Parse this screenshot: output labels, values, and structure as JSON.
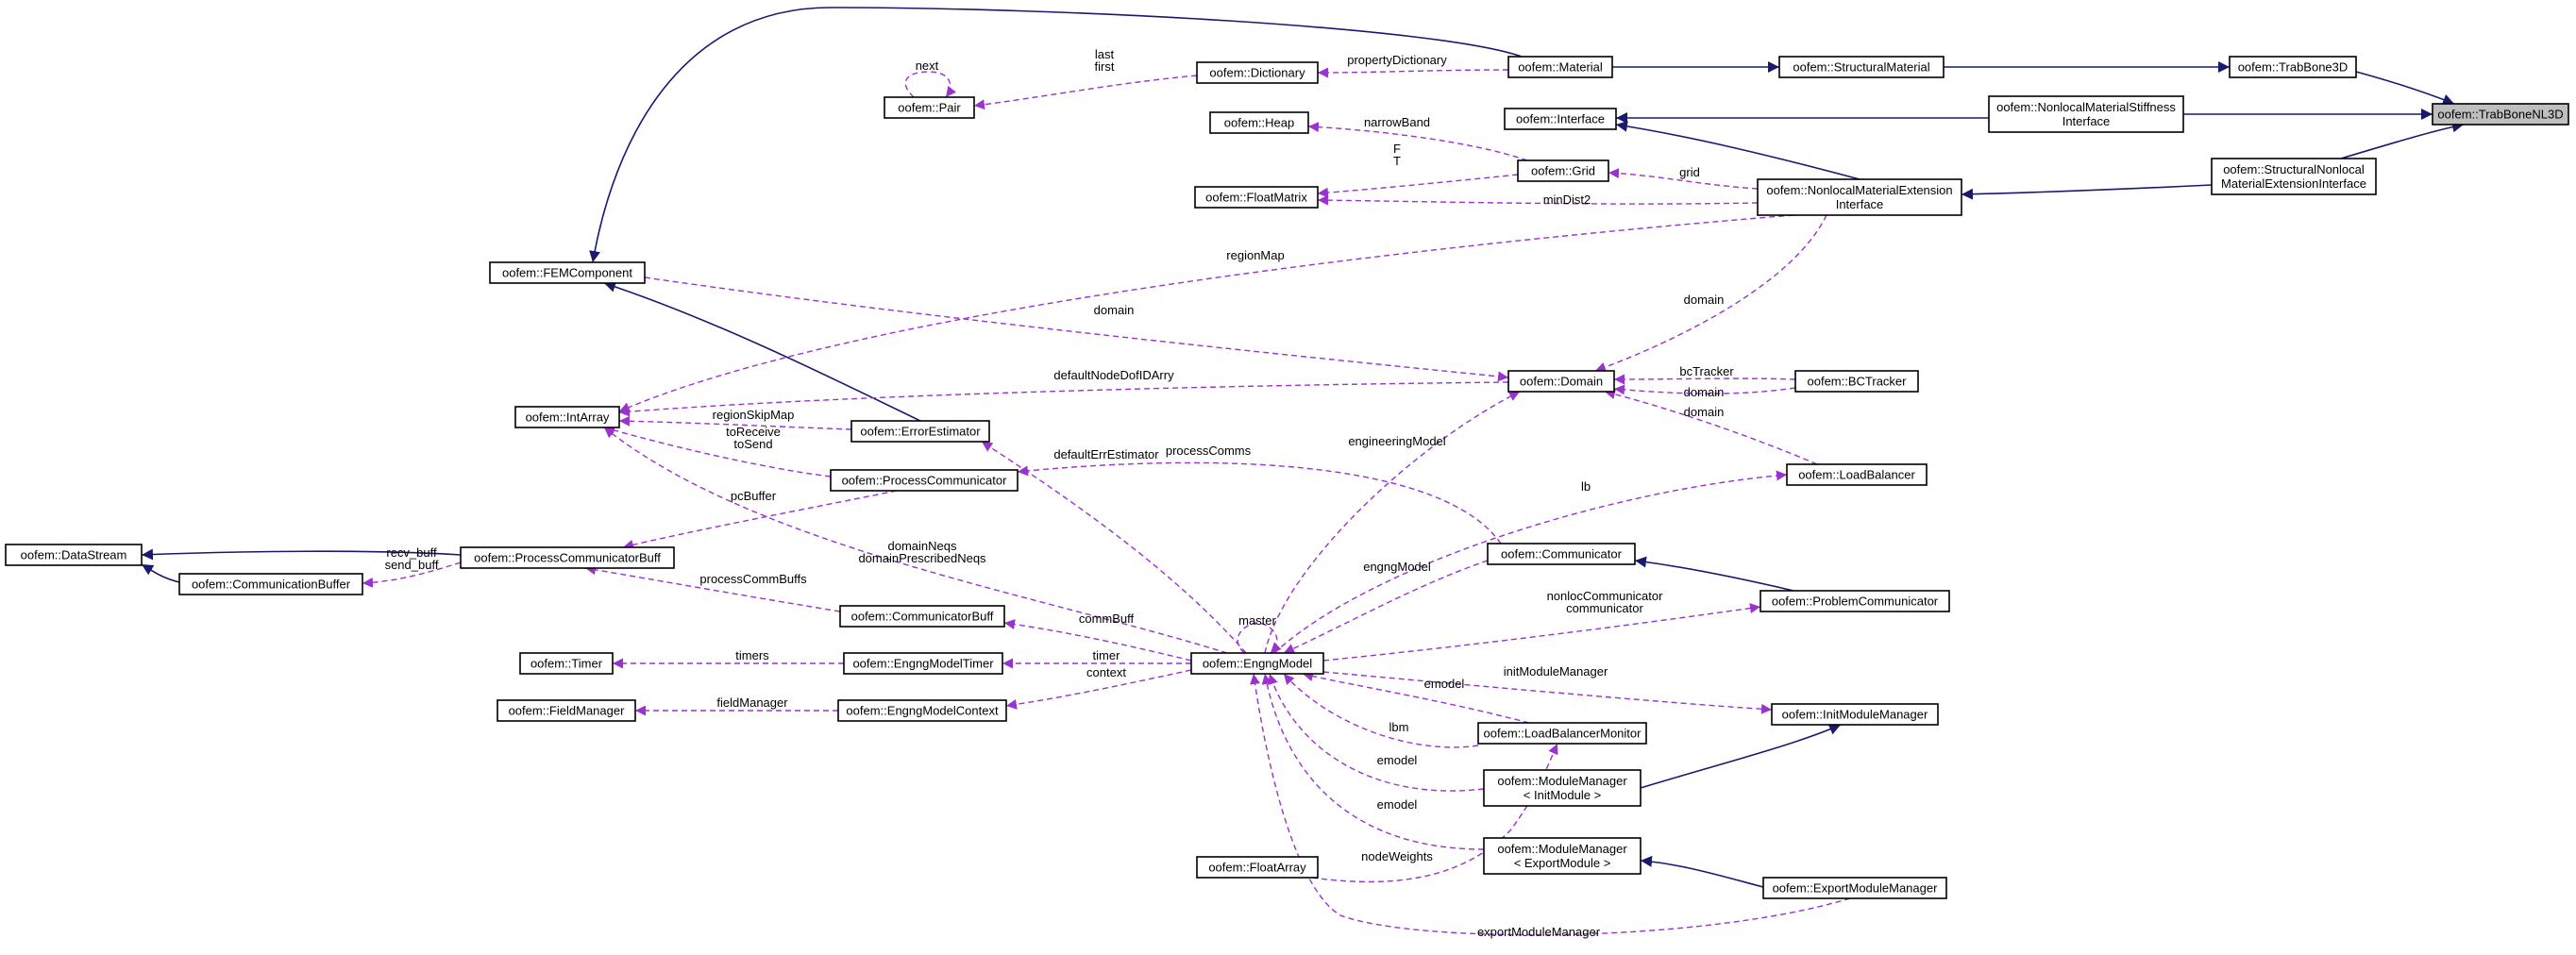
{
  "diagram": {
    "nodes": [
      {
        "id": "TrabBoneNL3D",
        "lines": [
          "oofem::TrabBoneNL3D"
        ],
        "highlight": true
      },
      {
        "id": "TrabBone3D",
        "lines": [
          "oofem::TrabBone3D"
        ]
      },
      {
        "id": "StructuralMaterial",
        "lines": [
          "oofem::StructuralMaterial"
        ]
      },
      {
        "id": "Material",
        "lines": [
          "oofem::Material"
        ]
      },
      {
        "id": "Dictionary",
        "lines": [
          "oofem::Dictionary"
        ]
      },
      {
        "id": "Pair",
        "lines": [
          "oofem::Pair"
        ]
      },
      {
        "id": "NonlocalMaterialStiffnessInterface",
        "lines": [
          "oofem::NonlocalMaterialStiffness",
          "Interface"
        ]
      },
      {
        "id": "Interface",
        "lines": [
          "oofem::Interface"
        ]
      },
      {
        "id": "StructuralNonlocalMaterialExtensionInterface",
        "lines": [
          "oofem::StructuralNonlocal",
          "MaterialExtensionInterface"
        ]
      },
      {
        "id": "NonlocalMaterialExtensionInterface",
        "lines": [
          "oofem::NonlocalMaterialExtension",
          "Interface"
        ]
      },
      {
        "id": "Heap",
        "lines": [
          "oofem::Heap"
        ]
      },
      {
        "id": "Grid",
        "lines": [
          "oofem::Grid"
        ]
      },
      {
        "id": "FloatMatrix",
        "lines": [
          "oofem::FloatMatrix"
        ]
      },
      {
        "id": "FEMComponent",
        "lines": [
          "oofem::FEMComponent"
        ]
      },
      {
        "id": "Domain",
        "lines": [
          "oofem::Domain"
        ]
      },
      {
        "id": "BCTracker",
        "lines": [
          "oofem::BCTracker"
        ]
      },
      {
        "id": "IntArray",
        "lines": [
          "oofem::IntArray"
        ]
      },
      {
        "id": "ErrorEstimator",
        "lines": [
          "oofem::ErrorEstimator"
        ]
      },
      {
        "id": "LoadBalancer",
        "lines": [
          "oofem::LoadBalancer"
        ]
      },
      {
        "id": "ProcessCommunicator",
        "lines": [
          "oofem::ProcessCommunicator"
        ]
      },
      {
        "id": "DataStream",
        "lines": [
          "oofem::DataStream"
        ]
      },
      {
        "id": "ProcessCommunicatorBuff",
        "lines": [
          "oofem::ProcessCommunicatorBuff"
        ]
      },
      {
        "id": "CommunicationBuffer",
        "lines": [
          "oofem::CommunicationBuffer"
        ]
      },
      {
        "id": "Communicator",
        "lines": [
          "oofem::Communicator"
        ]
      },
      {
        "id": "ProblemCommunicator",
        "lines": [
          "oofem::ProblemCommunicator"
        ]
      },
      {
        "id": "CommunicatorBuff",
        "lines": [
          "oofem::CommunicatorBuff"
        ]
      },
      {
        "id": "Timer",
        "lines": [
          "oofem::Timer"
        ]
      },
      {
        "id": "EngngModelTimer",
        "lines": [
          "oofem::EngngModelTimer"
        ]
      },
      {
        "id": "EngngModel",
        "lines": [
          "oofem::EngngModel"
        ]
      },
      {
        "id": "FieldManager",
        "lines": [
          "oofem::FieldManager"
        ]
      },
      {
        "id": "EngngModelContext",
        "lines": [
          "oofem::EngngModelContext"
        ]
      },
      {
        "id": "InitModuleManager",
        "lines": [
          "oofem::InitModuleManager"
        ]
      },
      {
        "id": "LoadBalancerMonitor",
        "lines": [
          "oofem::LoadBalancerMonitor"
        ]
      },
      {
        "id": "ModuleManagerInit",
        "lines": [
          "oofem::ModuleManager",
          "< InitModule >"
        ]
      },
      {
        "id": "FloatArray",
        "lines": [
          "oofem::FloatArray"
        ]
      },
      {
        "id": "ModuleManagerExport",
        "lines": [
          "oofem::ModuleManager",
          "< ExportModule >"
        ]
      },
      {
        "id": "ExportModuleManager",
        "lines": [
          "oofem::ExportModuleManager"
        ]
      }
    ],
    "edges": [
      {
        "from": "TrabBone3D",
        "to": "TrabBoneNL3D",
        "kind": "inheritance",
        "label": []
      },
      {
        "from": "NonlocalMaterialStiffnessInterface",
        "to": "TrabBoneNL3D",
        "kind": "inheritance",
        "label": []
      },
      {
        "from": "StructuralNonlocalMaterialExtensionInterface",
        "to": "TrabBoneNL3D",
        "kind": "inheritance",
        "label": []
      },
      {
        "from": "StructuralMaterial",
        "to": "TrabBone3D",
        "kind": "inheritance",
        "label": []
      },
      {
        "from": "Material",
        "to": "StructuralMaterial",
        "kind": "inheritance",
        "label": []
      },
      {
        "from": "FEMComponent",
        "to": "Material",
        "kind": "inheritance",
        "label": []
      },
      {
        "from": "Dictionary",
        "to": "Material",
        "kind": "usage",
        "label": [
          "propertyDictionary"
        ]
      },
      {
        "from": "Pair",
        "to": "Dictionary",
        "kind": "usage",
        "label": [
          "last",
          "first"
        ]
      },
      {
        "from": "Pair",
        "to": "Pair",
        "kind": "usage",
        "label": [
          "next"
        ]
      },
      {
        "from": "Interface",
        "to": "NonlocalMaterialStiffnessInterface",
        "kind": "inheritance",
        "label": []
      },
      {
        "from": "NonlocalMaterialExtensionInterface",
        "to": "StructuralNonlocalMaterialExtensionInterface",
        "kind": "inheritance",
        "label": []
      },
      {
        "from": "Interface",
        "to": "NonlocalMaterialExtensionInterface",
        "kind": "inheritance",
        "label": []
      },
      {
        "from": "Heap",
        "to": "Grid",
        "kind": "usage",
        "label": [
          "narrowBand"
        ]
      },
      {
        "from": "FloatMatrix",
        "to": "Grid",
        "kind": "usage",
        "label": [
          "F",
          "T"
        ]
      },
      {
        "from": "Grid",
        "to": "NonlocalMaterialExtensionInterface",
        "kind": "usage",
        "label": [
          "grid"
        ]
      },
      {
        "from": "FloatMatrix",
        "to": "NonlocalMaterialExtensionInterface",
        "kind": "usage",
        "label": [
          "minDist2"
        ]
      },
      {
        "from": "IntArray",
        "to": "NonlocalMaterialExtensionInterface",
        "kind": "usage",
        "label": [
          "regionMap"
        ]
      },
      {
        "from": "Domain",
        "to": "NonlocalMaterialExtensionInterface",
        "kind": "usage",
        "label": [
          "domain"
        ]
      },
      {
        "from": "Domain",
        "to": "FEMComponent",
        "kind": "usage",
        "label": [
          "domain"
        ]
      },
      {
        "from": "FEMComponent",
        "to": "ErrorEstimator",
        "kind": "inheritance",
        "label": []
      },
      {
        "from": "IntArray",
        "to": "Domain",
        "kind": "usage",
        "label": [
          "defaultNodeDofIDArry"
        ]
      },
      {
        "from": "BCTracker",
        "to": "Domain",
        "kind": "usage",
        "label": [
          "bcTracker"
        ]
      },
      {
        "from": "Domain",
        "to": "BCTracker",
        "kind": "usage",
        "label": [
          "domain"
        ]
      },
      {
        "from": "Domain",
        "to": "LoadBalancer",
        "kind": "usage",
        "label": [
          "domain"
        ]
      },
      {
        "from": "IntArray",
        "to": "ErrorEstimator",
        "kind": "usage",
        "label": [
          "regionSkipMap"
        ]
      },
      {
        "from": "IntArray",
        "to": "ProcessCommunicator",
        "kind": "usage",
        "label": [
          "toReceive",
          "toSend"
        ]
      },
      {
        "from": "ProcessCommunicatorBuff",
        "to": "ProcessCommunicator",
        "kind": "usage",
        "label": [
          "pcBuffer"
        ]
      },
      {
        "from": "ProcessCommunicator",
        "to": "Communicator",
        "kind": "usage",
        "label": [
          "processComms"
        ]
      },
      {
        "from": "DataStream",
        "to": "ProcessCommunicatorBuff",
        "kind": "inheritance",
        "label": []
      },
      {
        "from": "DataStream",
        "to": "CommunicationBuffer",
        "kind": "inheritance",
        "label": []
      },
      {
        "from": "CommunicationBuffer",
        "to": "ProcessCommunicatorBuff",
        "kind": "usage",
        "label": [
          "recv_buff",
          "send_buff"
        ]
      },
      {
        "from": "IntArray",
        "to": "EngngModel",
        "kind": "usage",
        "label": [
          "domainNeqs",
          "domainPrescribedNeqs"
        ]
      },
      {
        "from": "ProcessCommunicatorBuff",
        "to": "CommunicatorBuff",
        "kind": "usage",
        "label": [
          "processCommBuffs"
        ]
      },
      {
        "from": "ErrorEstimator",
        "to": "EngngModel",
        "kind": "usage",
        "label": [
          "defaultErrEstimator"
        ]
      },
      {
        "from": "Domain",
        "to": "EngngModel",
        "kind": "usage",
        "label": [
          "engineeringModel"
        ]
      },
      {
        "from": "LoadBalancer",
        "to": "EngngModel",
        "kind": "usage",
        "label": [
          "lb"
        ]
      },
      {
        "from": "Communicator",
        "to": "EngngModel",
        "kind": "usage",
        "label": [
          "engngModel"
        ]
      },
      {
        "from": "Communicator",
        "to": "ProblemCommunicator",
        "kind": "inheritance",
        "label": []
      },
      {
        "from": "ProblemCommunicator",
        "to": "EngngModel",
        "kind": "usage",
        "label": [
          "nonlocCommunicator",
          "communicator"
        ]
      },
      {
        "from": "CommunicatorBuff",
        "to": "EngngModel",
        "kind": "usage",
        "label": [
          "commBuff"
        ]
      },
      {
        "from": "EngngModel",
        "to": "EngngModel",
        "kind": "usage",
        "label": [
          "master"
        ]
      },
      {
        "from": "Timer",
        "to": "EngngModelTimer",
        "kind": "usage",
        "label": [
          "timers"
        ]
      },
      {
        "from": "EngngModelTimer",
        "to": "EngngModel",
        "kind": "usage",
        "label": [
          "timer"
        ]
      },
      {
        "from": "FieldManager",
        "to": "EngngModelContext",
        "kind": "usage",
        "label": [
          "fieldManager"
        ]
      },
      {
        "from": "EngngModelContext",
        "to": "EngngModel",
        "kind": "usage",
        "label": [
          "context"
        ]
      },
      {
        "from": "InitModuleManager",
        "to": "EngngModel",
        "kind": "usage",
        "label": [
          "initModuleManager"
        ]
      },
      {
        "from": "EngngModel",
        "to": "LoadBalancerMonitor",
        "kind": "usage",
        "label": [
          "emodel"
        ]
      },
      {
        "from": "LoadBalancerMonitor",
        "to": "EngngModel",
        "kind": "usage",
        "label": [
          "lbm"
        ]
      },
      {
        "from": "ModuleManagerInit",
        "to": "InitModuleManager",
        "kind": "inheritance",
        "label": []
      },
      {
        "from": "EngngModel",
        "to": "ModuleManagerInit",
        "kind": "usage",
        "label": [
          "emodel"
        ]
      },
      {
        "from": "FloatArray",
        "to": "LoadBalancerMonitor",
        "kind": "usage",
        "label": [
          "nodeWeights"
        ]
      },
      {
        "from": "EngngModel",
        "to": "ModuleManagerExport",
        "kind": "usage",
        "label": [
          "emodel"
        ]
      },
      {
        "from": "ModuleManagerExport",
        "to": "ExportModuleManager",
        "kind": "inheritance",
        "label": []
      },
      {
        "from": "ExportModuleManager",
        "to": "EngngModel",
        "kind": "usage",
        "label": [
          "exportModuleManager"
        ]
      }
    ],
    "colors": {
      "inheritance": "#191970",
      "usage": "#9a32cd",
      "highlight_fill": "#bfbfbf"
    }
  }
}
